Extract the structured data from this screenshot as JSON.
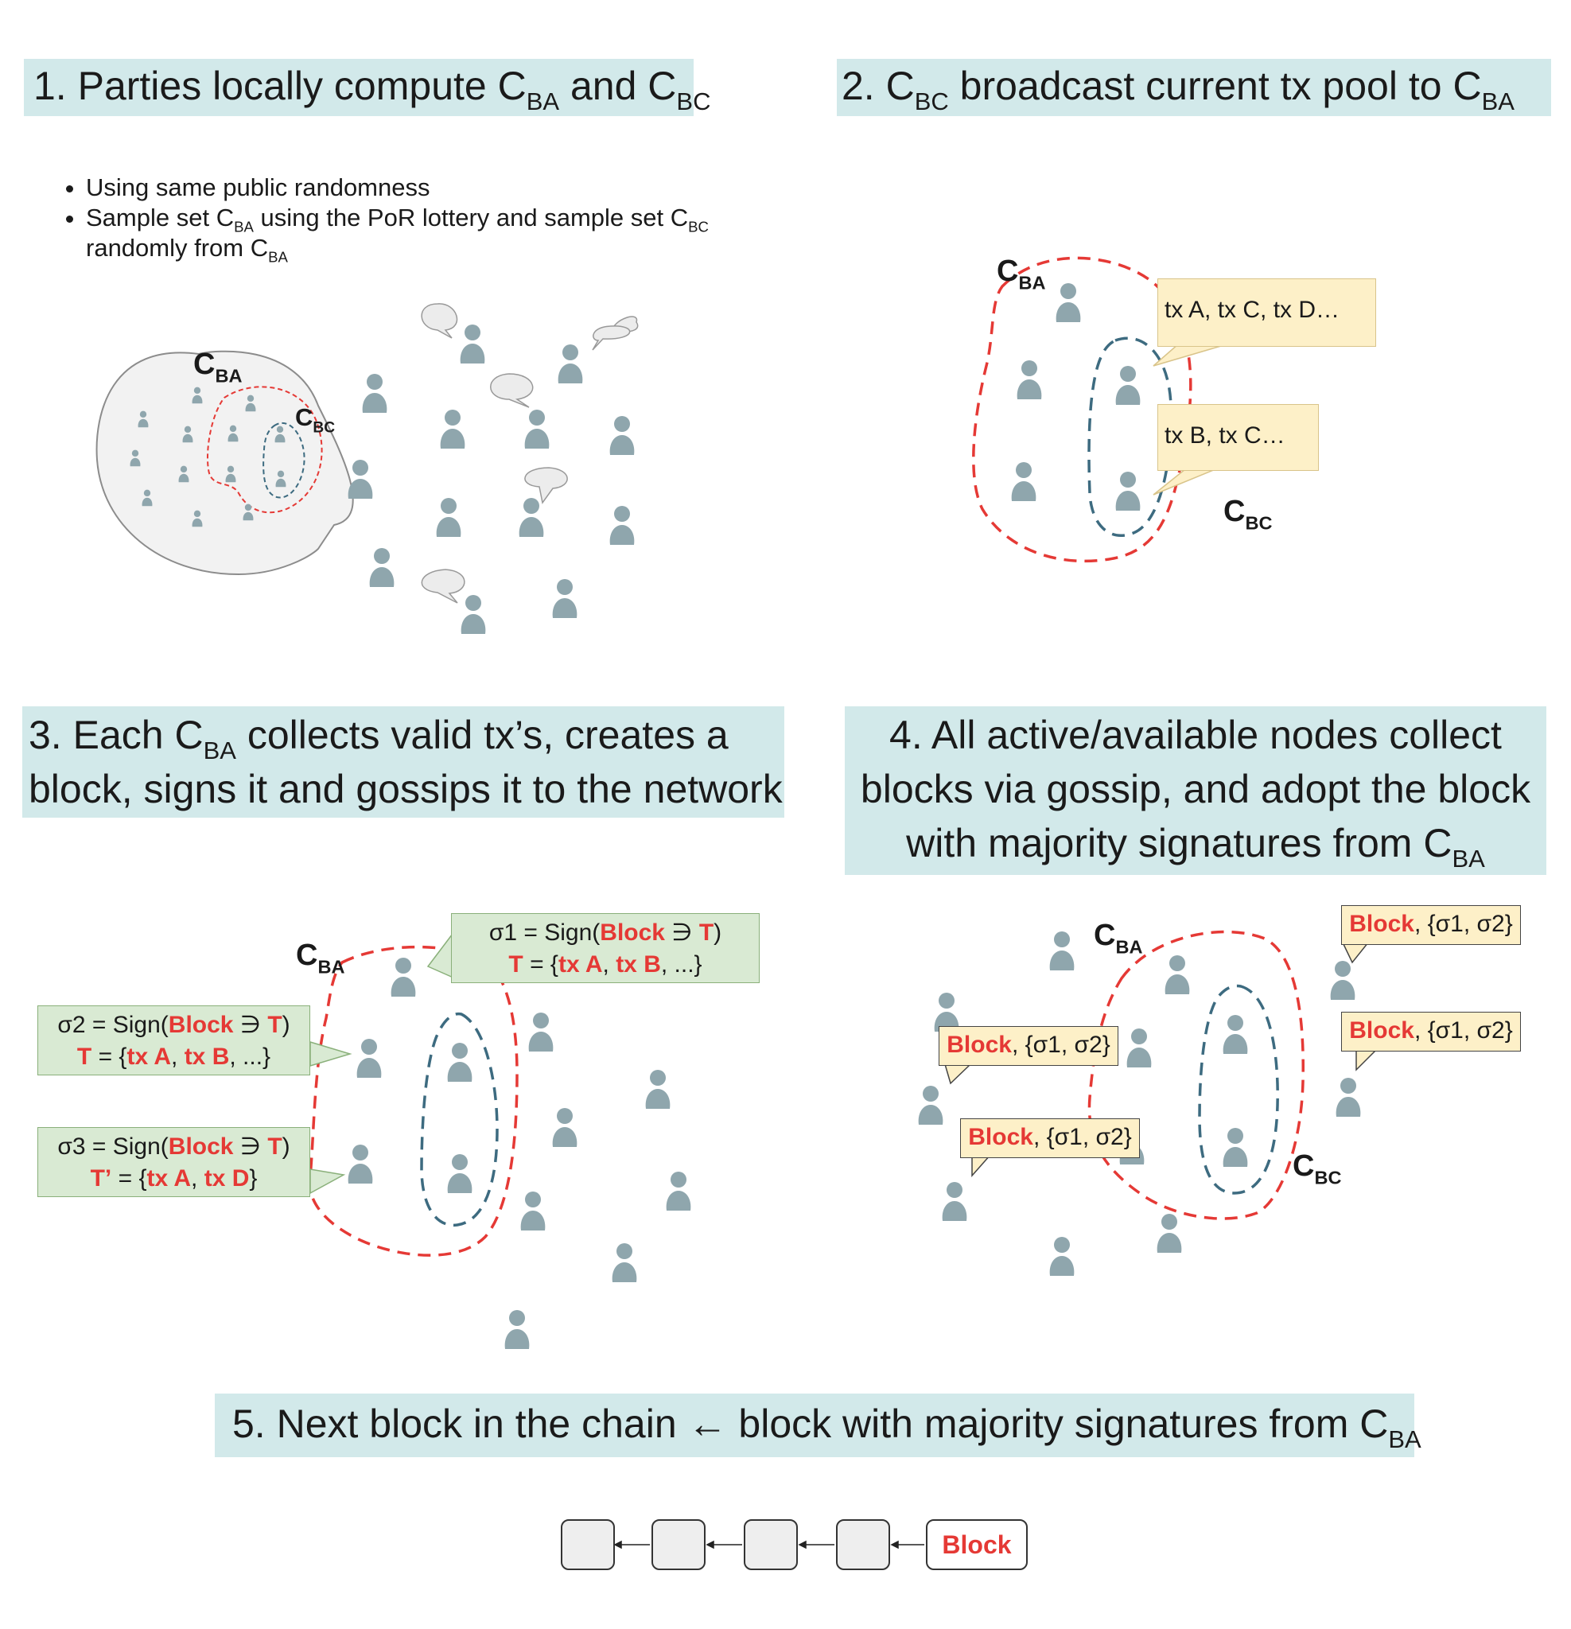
{
  "steps": {
    "s1": {
      "pre": "1. Parties locally compute C",
      "sub1": "BA",
      "mid": " and C",
      "sub2": "BC"
    },
    "s1_bullets": {
      "b1": "Using same public randomness",
      "b2_pre": "Sample set C",
      "b2_sub1": "BA",
      "b2_mid": " using the PoR lottery and sample set C",
      "b2_sub2": "BC",
      "b2_line2": "randomly from C",
      "b2_sub3": "BA"
    },
    "s2": {
      "pre": "2. C",
      "sub1": "BC",
      "mid": " broadcast current tx pool to C",
      "sub2": "BA"
    },
    "s3": {
      "line1_pre": "3. Each C",
      "sub1": "BA",
      "line1_post": " collects valid tx’s, creates a",
      "line2": "block, signs it and gossips it to the network"
    },
    "s4": {
      "line1": "4. All active/available nodes collect",
      "line2": "blocks via gossip, and adopt the block",
      "line3_pre": "with majority signatures from C",
      "sub1": "BA"
    },
    "s5": {
      "pre": "5. Next block in the chain ← block with majority signatures from C",
      "sub1": "BA"
    }
  },
  "set_labels": {
    "c": "C",
    "ba": "BA",
    "bc": "BC"
  },
  "panel2": {
    "pool1": "tx A, tx C, tx D…",
    "pool2": "tx B, tx C…"
  },
  "panel3": {
    "sig1_a": "σ1 = Sign(",
    "sig2_a": "σ2 = Sign(",
    "sig3_a": "σ3 = Sign(",
    "block": "Block",
    "contains": " ∋ ",
    "t": "T",
    "close": ")",
    "t_eq": " = {",
    "t_prime": "T’",
    "txa": "tx A",
    "txb": "tx B",
    "txd": "tx D",
    "comma": ", ",
    "ellipsis_close": ", ...}",
    "close_brace": "}"
  },
  "panel4": {
    "block": "Block",
    "sigs": ", {σ1, σ2}"
  },
  "chain": {
    "final_label": "Block"
  },
  "colors": {
    "header_bg": "#d2e9ea",
    "person": "#8fa6ad",
    "ba_loop": "#e53935",
    "bc_loop": "#3d6b80",
    "yellow": "#fdf0c8",
    "green": "#d9ead3",
    "accent": "#e53935"
  }
}
